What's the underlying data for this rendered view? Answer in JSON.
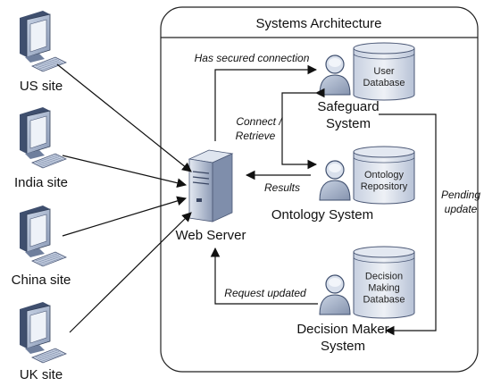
{
  "title": "Systems Architecture",
  "sites": [
    {
      "label": "US site"
    },
    {
      "label": "India site"
    },
    {
      "label": "China site"
    },
    {
      "label": "UK site"
    }
  ],
  "web_server": {
    "label": "Web Server"
  },
  "systems": [
    {
      "label_line1": "Safeguard",
      "label_line2": "System",
      "db_lines": [
        "User",
        "Database"
      ]
    },
    {
      "label_line1": "Ontology System",
      "label_line2": "",
      "db_lines": [
        "Ontology",
        "Repository"
      ]
    },
    {
      "label_line1": "Decision Maker",
      "label_line2": "System",
      "db_lines": [
        "Decision",
        "Making",
        "Database"
      ]
    }
  ],
  "edges": {
    "secured": "Has secured connection",
    "connect_line1": "Connect /",
    "connect_line2": "Retrieve",
    "results": "Results",
    "request": "Request updated",
    "pending_line1": "Pending",
    "pending_line2": "update"
  },
  "colors": {
    "icon_fill": "#a9b7cf",
    "icon_dark": "#3f4f6e",
    "db_fill": "#dde3ee",
    "line": "#111111"
  }
}
